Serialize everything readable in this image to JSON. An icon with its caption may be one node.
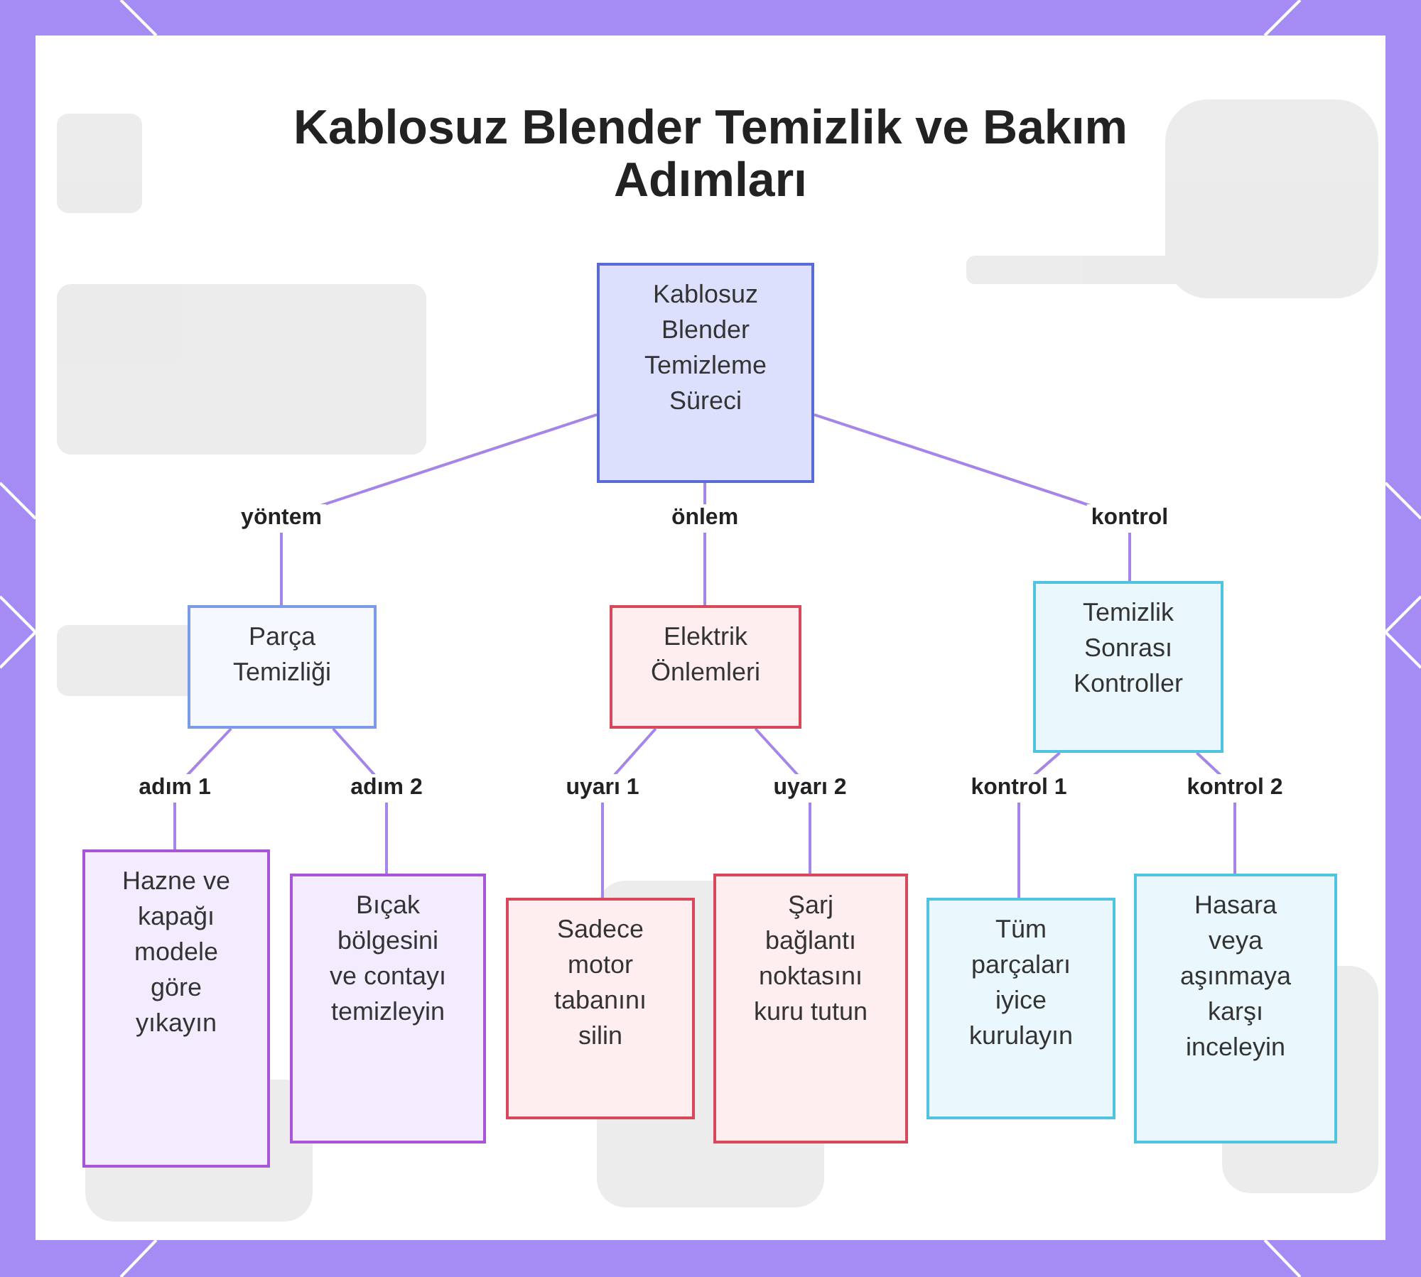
{
  "diagram": {
    "title": "Kablosuz Blender Temizlik ve Bakım Adımları",
    "nodes": [
      {
        "text": [
          "Kablosuz Blender Temizleme Süreci"
        ]
      },
      {
        "text": [
          "Parça Temizliği"
        ]
      },
      {
        "text": [
          "Elektrik Önlemleri"
        ]
      },
      {
        "text": [
          "Temizlik Sonrası Kontroller"
        ]
      },
      {
        "text": [
          "Hazne ve kapağı modele göre yıkayın"
        ]
      },
      {
        "text": [
          "Bıçak bölgesini ve contayı temizleyin"
        ]
      },
      {
        "text": [
          "Sadece motor tabanını silin"
        ]
      },
      {
        "text": [
          "Şarj bağlantı noktasını kuru tutun"
        ]
      },
      {
        "text": [
          "Tüm parçaları iyice kurulayın"
        ]
      },
      {
        "text": [
          "Hasara veya aşınmaya karşı inceleyin"
        ]
      }
    ],
    "edges": [
      {
        "from": 0,
        "to": 1,
        "arrow": "none",
        "label": "yöntem"
      },
      {
        "from": 0,
        "to": 2,
        "arrow": "none",
        "label": "önlem"
      },
      {
        "from": 0,
        "to": 3,
        "arrow": "none",
        "label": "kontrol"
      },
      {
        "from": 1,
        "to": 4,
        "arrow": "none",
        "label": "adım 1"
      },
      {
        "from": 1,
        "to": 5,
        "arrow": "none",
        "label": "adım 2"
      },
      {
        "from": 2,
        "to": 6,
        "arrow": "none",
        "label": "uyarı 1"
      },
      {
        "from": 2,
        "to": 7,
        "arrow": "none",
        "label": "uyarı 2"
      },
      {
        "from": 3,
        "to": 8,
        "arrow": "none",
        "label": "kontrol 1"
      },
      {
        "from": 3,
        "to": 9,
        "arrow": "none",
        "label": "kontrol 2"
      }
    ]
  }
}
